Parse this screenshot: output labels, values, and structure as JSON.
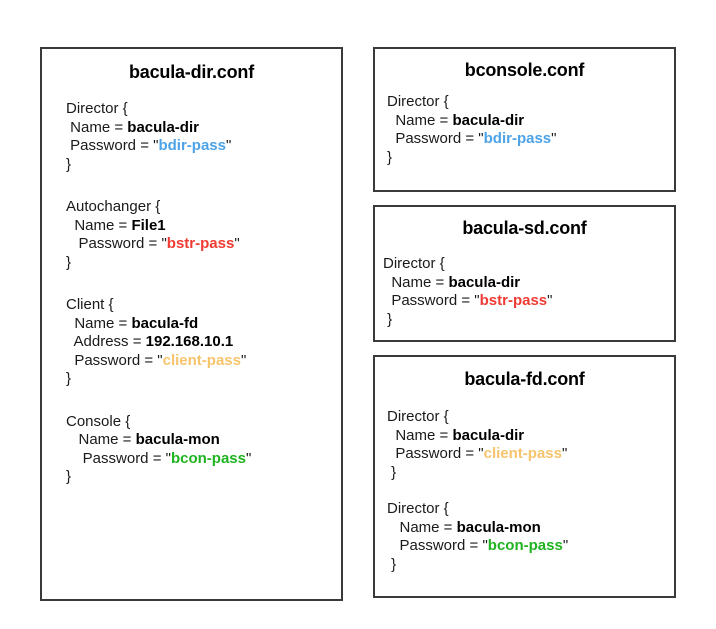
{
  "colors": {
    "bdir_pass": "#4da3e8",
    "bstr_pass": "#ee3b33",
    "client_pass": "#f7c46c",
    "bcon_pass": "#1fb41f",
    "text": "#1a1a1a",
    "border": "#3a3a3a",
    "background": "#ffffff"
  },
  "panels": {
    "bacula_dir": {
      "title": "bacula-dir.conf",
      "blocks": [
        {
          "open": "Director {",
          "close": "}",
          "rows": [
            {
              "key": " Name = ",
              "value": "bacula-dir",
              "quoted": false,
              "color": ""
            },
            {
              "key": " Password = ",
              "value": "bdir-pass",
              "quoted": true,
              "color": "#4da3e8"
            }
          ]
        },
        {
          "open": "Autochanger {",
          "close": "}",
          "rows": [
            {
              "key": "  Name = ",
              "value": "File1",
              "quoted": false,
              "color": ""
            },
            {
              "key": "   Password = ",
              "value": "bstr-pass",
              "quoted": true,
              "color": "#ee3b33"
            }
          ]
        },
        {
          "open": "Client {",
          "close": "}",
          "rows": [
            {
              "key": "  Name = ",
              "value": "bacula-fd",
              "quoted": false,
              "color": ""
            },
            {
              "key": "  Address = ",
              "value": "192.168.10.1",
              "quoted": false,
              "color": ""
            },
            {
              "key": "  Password = ",
              "value": "client-pass",
              "quoted": true,
              "color": "#f7c46c"
            }
          ]
        },
        {
          "open": "Console {",
          "close": "}",
          "rows": [
            {
              "key": "   Name = ",
              "value": "bacula-mon",
              "quoted": false,
              "color": ""
            },
            {
              "key": "    Password = ",
              "value": "bcon-pass",
              "quoted": true,
              "color": "#1fb41f"
            }
          ]
        }
      ]
    },
    "bconsole": {
      "title": "bconsole.conf",
      "blocks": [
        {
          "open": "Director {",
          "close": "}",
          "rows": [
            {
              "key": "  Name = ",
              "value": "bacula-dir",
              "quoted": false,
              "color": ""
            },
            {
              "key": "  Password = ",
              "value": "bdir-pass",
              "quoted": true,
              "color": "#4da3e8"
            }
          ]
        }
      ]
    },
    "bacula_sd": {
      "title": "bacula-sd.conf",
      "blocks": [
        {
          "open": "Director {",
          "close": " }",
          "rows": [
            {
              "key": "  Name = ",
              "value": "bacula-dir",
              "quoted": false,
              "color": ""
            },
            {
              "key": "  Password = ",
              "value": "bstr-pass",
              "quoted": true,
              "color": "#ee3b33"
            }
          ]
        }
      ]
    },
    "bacula_fd": {
      "title": "bacula-fd.conf",
      "blocks": [
        {
          "open": "Director {",
          "close": " }",
          "rows": [
            {
              "key": "  Name = ",
              "value": "bacula-dir",
              "quoted": false,
              "color": ""
            },
            {
              "key": "  Password = ",
              "value": "client-pass",
              "quoted": true,
              "color": "#f7c46c"
            }
          ]
        },
        {
          "open": "Director {",
          "close": " }",
          "rows": [
            {
              "key": "   Name = ",
              "value": "bacula-mon",
              "quoted": false,
              "color": ""
            },
            {
              "key": "   Password = ",
              "value": "bcon-pass",
              "quoted": true,
              "color": "#1fb41f"
            }
          ]
        }
      ]
    }
  }
}
